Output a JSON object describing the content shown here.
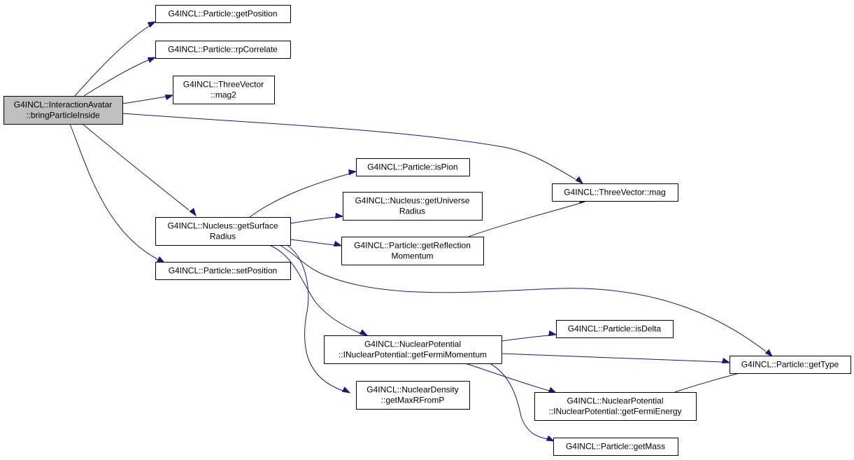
{
  "colors": {
    "root_fill": "#bfbfbf",
    "node_fill": "#ffffff",
    "edge": "#191970"
  },
  "nodes": {
    "root": {
      "lines": [
        "G4INCL::InteractionAvatar",
        "::bringParticleInside"
      ]
    },
    "getPosition": {
      "lines": [
        "G4INCL::Particle::getPosition"
      ]
    },
    "rpCorrelate": {
      "lines": [
        "G4INCL::Particle::rpCorrelate"
      ]
    },
    "mag2": {
      "lines": [
        "G4INCL::ThreeVector",
        "::mag2"
      ]
    },
    "mag": {
      "lines": [
        "G4INCL::ThreeVector::mag"
      ]
    },
    "getSurfaceRadius": {
      "lines": [
        "G4INCL::Nucleus::getSurface",
        "Radius"
      ]
    },
    "setPosition": {
      "lines": [
        "G4INCL::Particle::setPosition"
      ]
    },
    "isPion": {
      "lines": [
        "G4INCL::Particle::isPion"
      ]
    },
    "getUniverseRadius": {
      "lines": [
        "G4INCL::Nucleus::getUniverse",
        "Radius"
      ]
    },
    "getReflectionMomentum": {
      "lines": [
        "G4INCL::Particle::getReflection",
        "Momentum"
      ]
    },
    "getFermiMomentum": {
      "lines": [
        "G4INCL::NuclearPotential",
        "::INuclearPotential::getFermiMomentum"
      ]
    },
    "getMaxRFromP": {
      "lines": [
        "G4INCL::NuclearDensity",
        "::getMaxRFromP"
      ]
    },
    "isDelta": {
      "lines": [
        "G4INCL::Particle::isDelta"
      ]
    },
    "getType": {
      "lines": [
        "G4INCL::Particle::getType"
      ]
    },
    "getFermiEnergy": {
      "lines": [
        "G4INCL::NuclearPotential",
        "::INuclearPotential::getFermiEnergy"
      ]
    },
    "getMass": {
      "lines": [
        "G4INCL::Particle::getMass"
      ]
    }
  },
  "edges": [
    [
      "root",
      "getPosition"
    ],
    [
      "root",
      "rpCorrelate"
    ],
    [
      "root",
      "mag2"
    ],
    [
      "root",
      "mag"
    ],
    [
      "root",
      "getSurfaceRadius"
    ],
    [
      "root",
      "setPosition"
    ],
    [
      "getSurfaceRadius",
      "isPion"
    ],
    [
      "getSurfaceRadius",
      "getUniverseRadius"
    ],
    [
      "getSurfaceRadius",
      "getReflectionMomentum"
    ],
    [
      "getSurfaceRadius",
      "getType"
    ],
    [
      "getSurfaceRadius",
      "getFermiMomentum"
    ],
    [
      "getSurfaceRadius",
      "getMaxRFromP"
    ],
    [
      "getReflectionMomentum",
      "mag"
    ],
    [
      "getFermiMomentum",
      "isDelta"
    ],
    [
      "getFermiMomentum",
      "getType"
    ],
    [
      "getFermiMomentum",
      "getFermiEnergy"
    ],
    [
      "getFermiMomentum",
      "getMass"
    ],
    [
      "getFermiEnergy",
      "getType"
    ]
  ]
}
